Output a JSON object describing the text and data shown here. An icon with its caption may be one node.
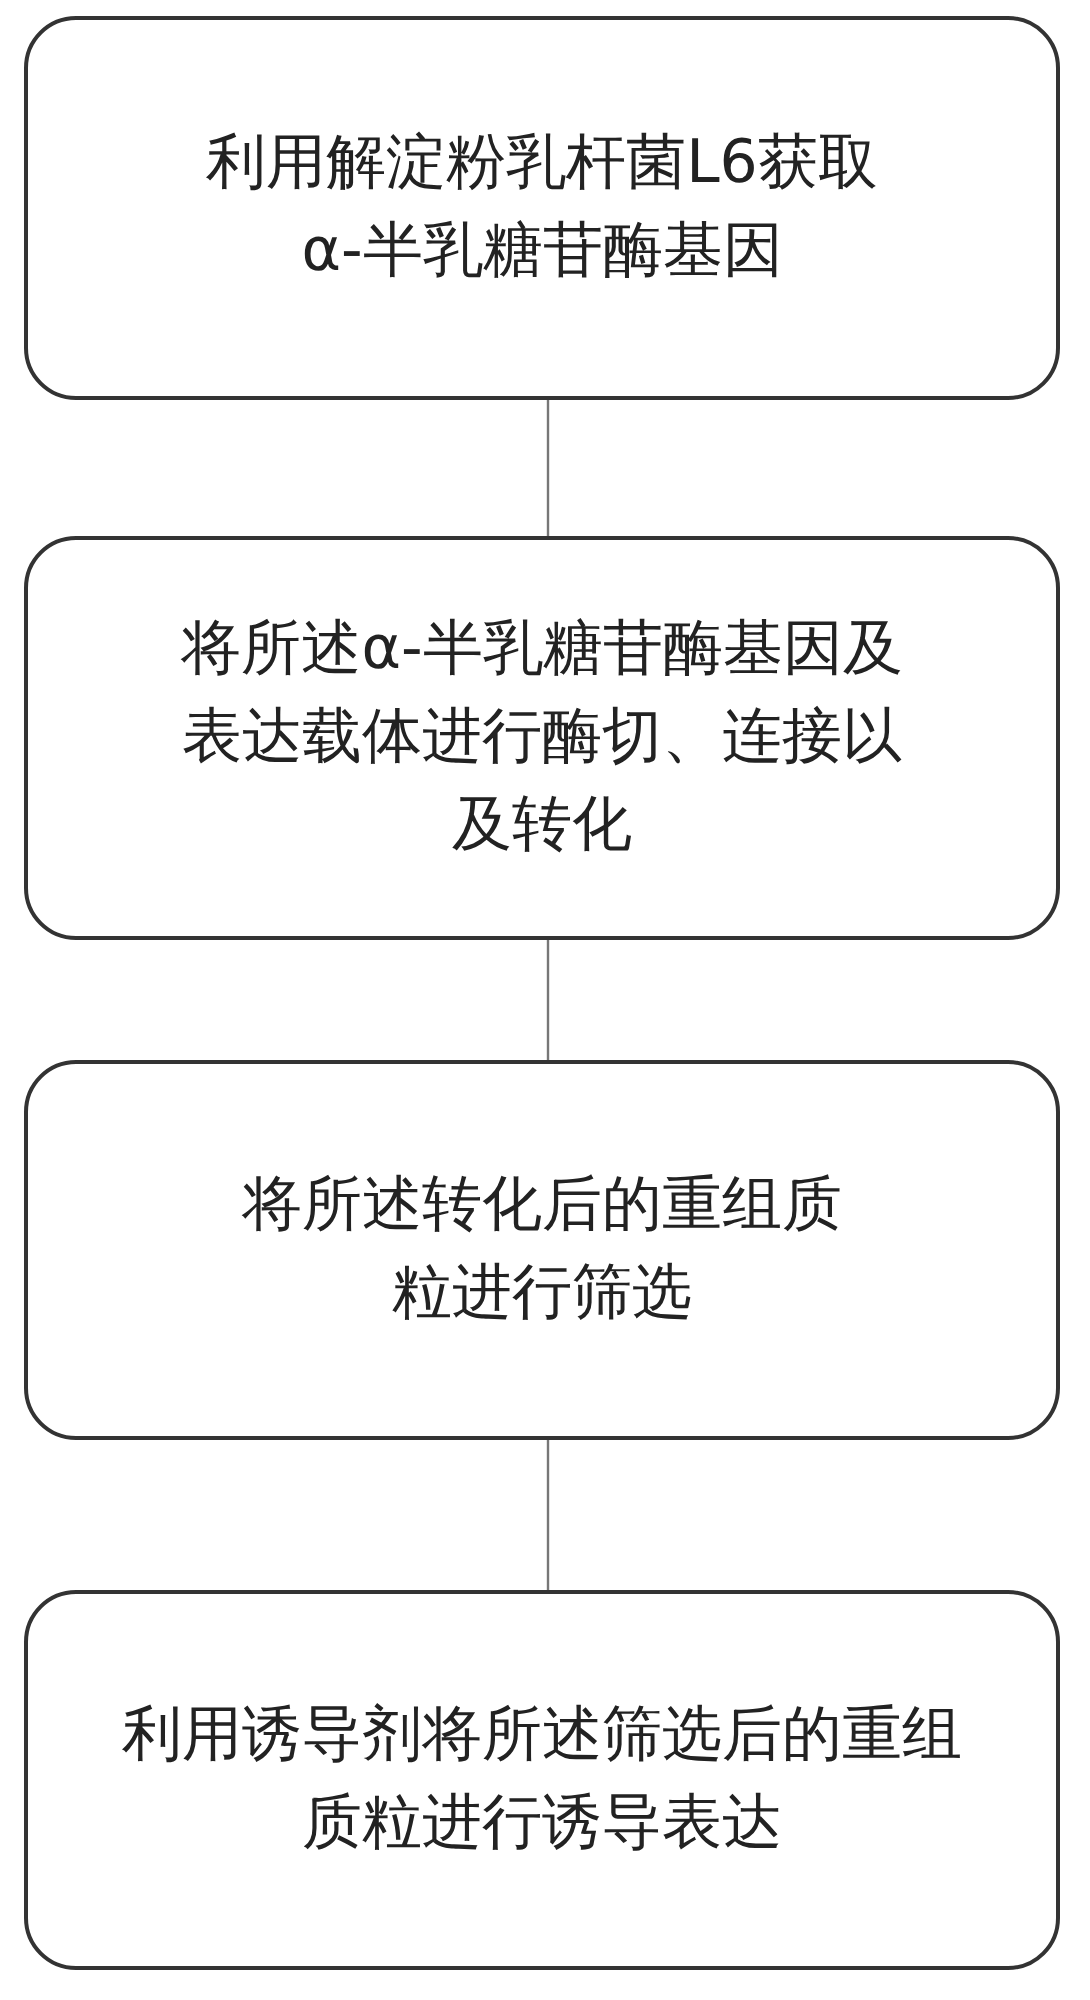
{
  "diagram": {
    "nodes": [
      {
        "text": [
          "利用解淀粉乳杆菌L6获取α-半乳糖苷酶基因"
        ]
      },
      {
        "text": [
          "将所述α-半乳糖苷酶基因及表达载体进行酶切、连接以及转化"
        ]
      },
      {
        "text": [
          "将所述转化后的重组质粒进行筛选"
        ]
      },
      {
        "text": [
          "利用诱导剂将所述筛选后的重组质粒进行诱导表达"
        ]
      }
    ],
    "edges": [
      {
        "from": 0,
        "to": 1,
        "arrow": "none"
      },
      {
        "from": 1,
        "to": 2,
        "arrow": "none"
      },
      {
        "from": 2,
        "to": 3,
        "arrow": "none"
      }
    ]
  }
}
